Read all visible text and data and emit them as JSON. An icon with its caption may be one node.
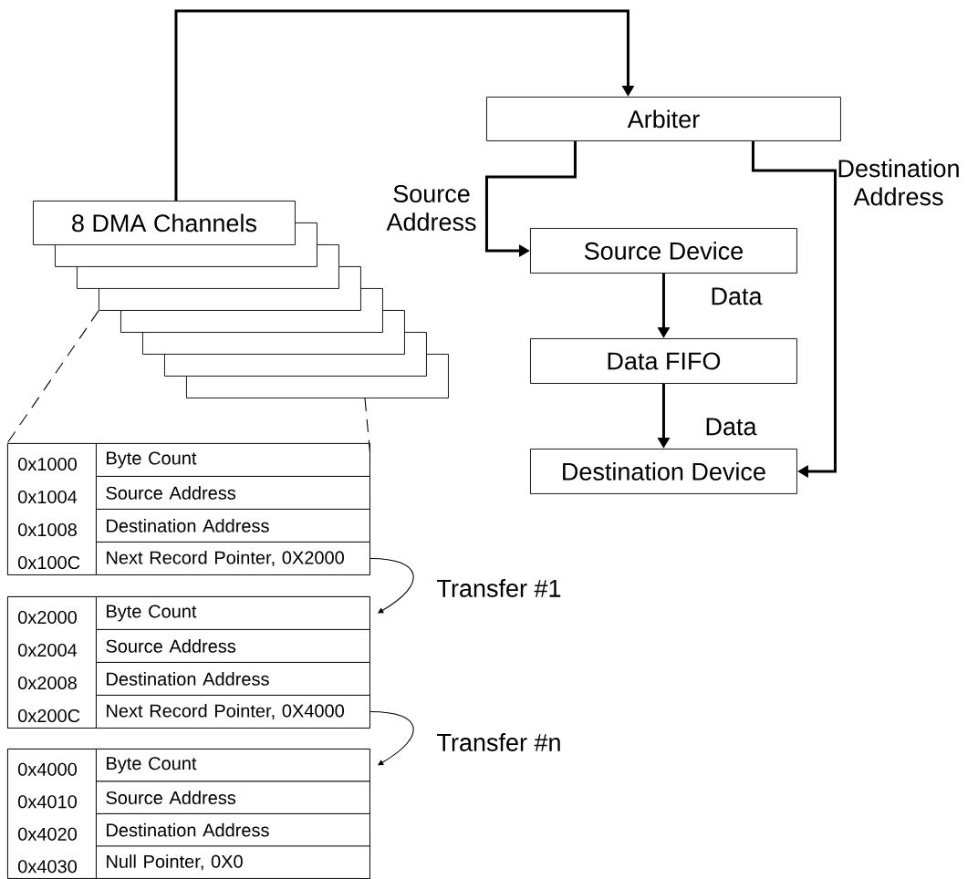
{
  "diagram": {
    "nodes": [
      {
        "text": [
          "8 DMA Channels"
        ]
      },
      {
        "text": [],
        "shape": "box"
      },
      {
        "text": [],
        "shape": "box"
      },
      {
        "text": [],
        "shape": "box"
      },
      {
        "text": [],
        "shape": "box"
      },
      {
        "text": [],
        "shape": "box"
      },
      {
        "text": [],
        "shape": "box"
      },
      {
        "text": [],
        "shape": "box"
      },
      {
        "text": [
          "Arbiter"
        ]
      },
      {
        "text": [
          "Source Device"
        ]
      },
      {
        "text": [
          "Data FIFO"
        ]
      },
      {
        "text": [
          "Destination Device"
        ]
      },
      {
        "text": [],
        "shape": "box"
      },
      {
        "text": [
          "0x1000",
          "0x1004",
          "0x1008",
          "0x100C"
        ],
        "in": 12
      },
      {
        "text": [
          "Byte Count"
        ],
        "in": 12
      },
      {
        "text": [
          "Source Address"
        ],
        "in": 12
      },
      {
        "text": [
          "Destination Address"
        ],
        "in": 12
      },
      {
        "text": [
          "Next Record Pointer, 0X2000"
        ],
        "in": 12
      },
      {
        "text": [],
        "shape": "box"
      },
      {
        "text": [
          "0x2000",
          "0x2004",
          "0x2008",
          "0x200C"
        ],
        "in": 18
      },
      {
        "text": [
          "Byte Count"
        ],
        "in": 18
      },
      {
        "text": [
          "Source Address"
        ],
        "in": 18
      },
      {
        "text": [
          "Destination Address"
        ],
        "in": 18
      },
      {
        "text": [
          "Next Record Pointer, 0X4000"
        ],
        "in": 18
      },
      {
        "text": [],
        "shape": "box"
      },
      {
        "text": [
          "0x4000",
          "0x4010",
          "0x4020",
          "0x4030"
        ],
        "in": 24
      },
      {
        "text": [
          "Byte Count"
        ],
        "in": 24
      },
      {
        "text": [
          "Source Address"
        ],
        "in": 24
      },
      {
        "text": [
          "Destination Address"
        ],
        "in": 24
      },
      {
        "text": [
          "Null Pointer, 0X0"
        ],
        "in": 24
      }
    ],
    "edges": [
      {
        "from": 0,
        "to": 8,
        "arrow": "to"
      },
      {
        "from": 8,
        "to": 9,
        "arrow": "to",
        "label": "Source Address"
      },
      {
        "from": 8,
        "to": 11,
        "arrow": "to",
        "label": "Destination Address"
      },
      {
        "from": 9,
        "to": 10,
        "arrow": "to",
        "label": "Data"
      },
      {
        "from": 10,
        "to": 11,
        "arrow": "to",
        "label": "Data"
      },
      {
        "from": 17,
        "to": 20,
        "arrow": "to",
        "label": "Transfer #1"
      },
      {
        "from": 23,
        "to": 26,
        "arrow": "to",
        "label": "Transfer #n"
      },
      {
        "from": 3,
        "to": 12,
        "arrow": "none",
        "style": "dashed"
      },
      {
        "from": 7,
        "to": 12,
        "arrow": "none",
        "style": "dashed"
      }
    ]
  }
}
